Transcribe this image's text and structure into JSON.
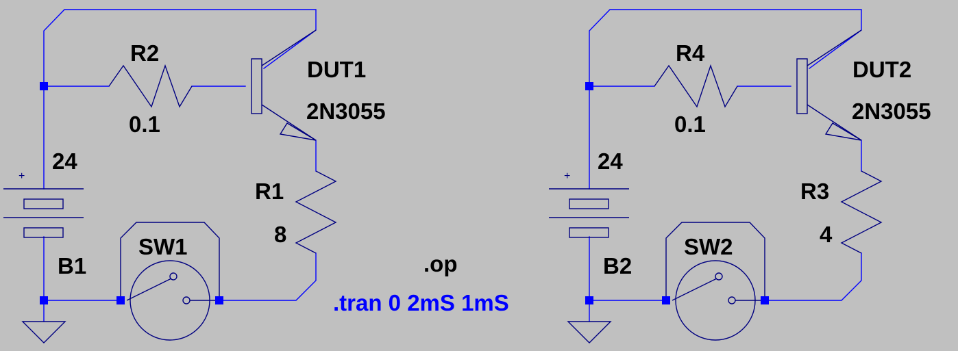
{
  "colors": {
    "background": "#c0c0c0",
    "wire": "#0000ff",
    "component": "#000080",
    "label": "#000000",
    "directive": "#0000ff"
  },
  "circuit1": {
    "transistor": {
      "name": "DUT1",
      "model": "2N3055"
    },
    "base_resistor": {
      "name": "R2",
      "value": "0.1"
    },
    "load_resistor": {
      "name": "R1",
      "value": "8"
    },
    "battery": {
      "name": "B1",
      "value": "24"
    },
    "switch": {
      "name": "SW1"
    }
  },
  "circuit2": {
    "transistor": {
      "name": "DUT2",
      "model": "2N3055"
    },
    "base_resistor": {
      "name": "R4",
      "value": "0.1"
    },
    "load_resistor": {
      "name": "R3",
      "value": "4"
    },
    "battery": {
      "name": "B2",
      "value": "24"
    },
    "switch": {
      "name": "SW2"
    }
  },
  "directives": {
    "op": ".op",
    "tran": ".tran 0 2mS 1mS"
  }
}
